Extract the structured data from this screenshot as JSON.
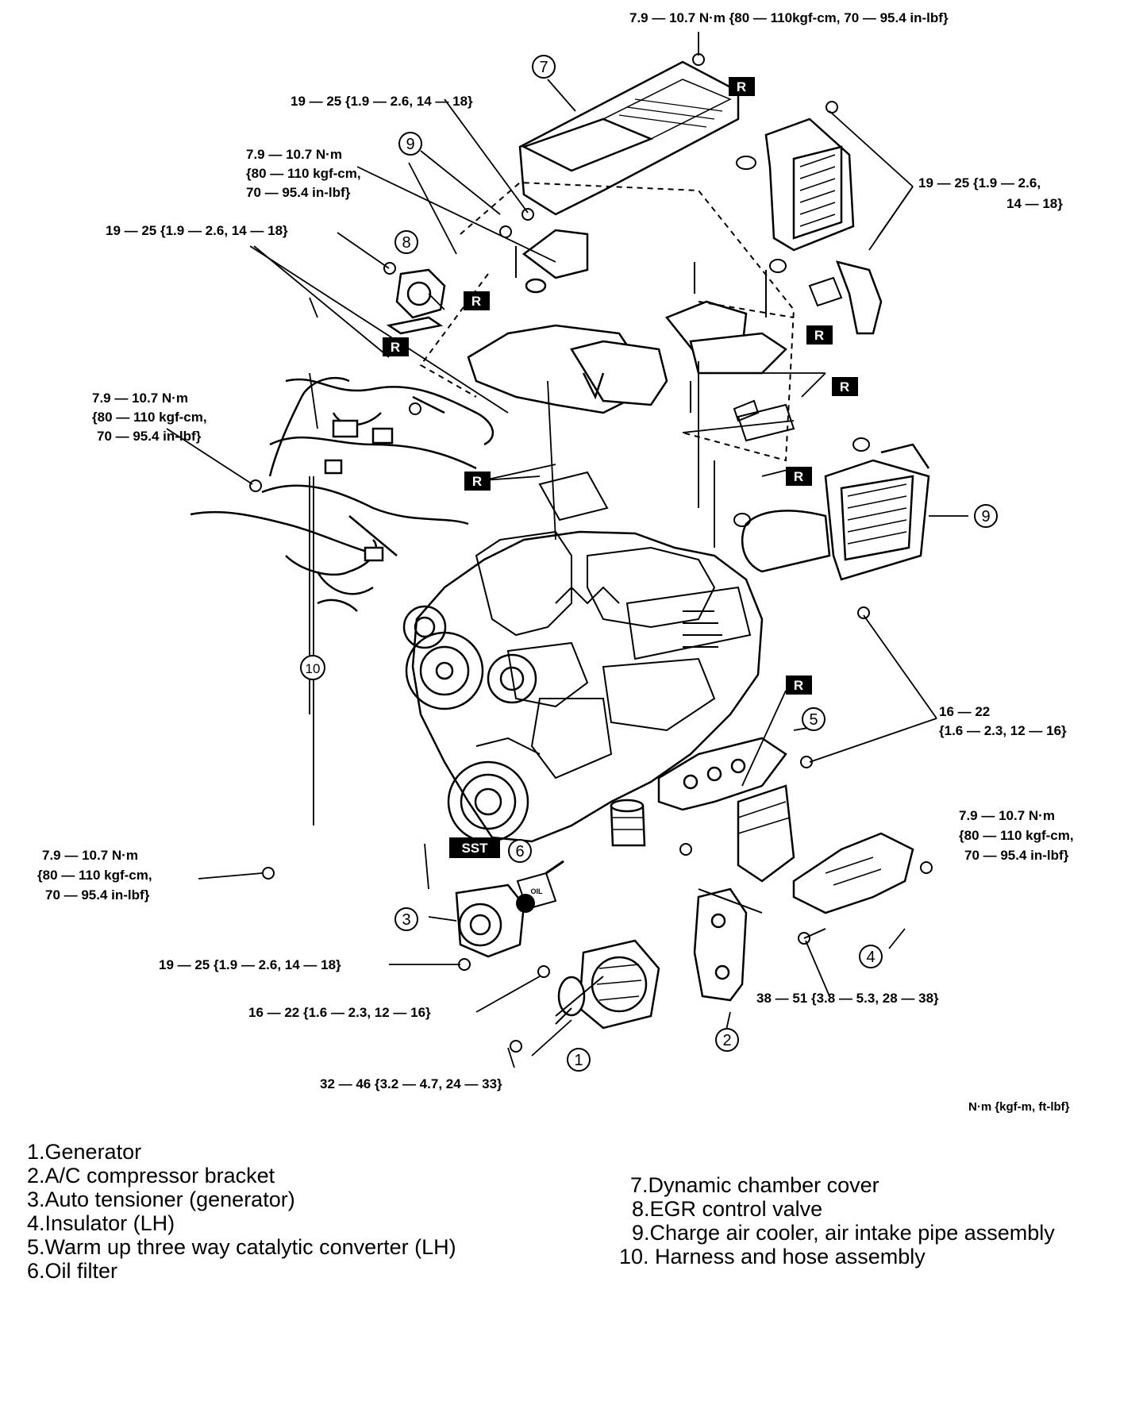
{
  "torque_specs": {
    "cover_nut": "7.9 — 10.7 N·m {80 — 110kgf-cm, 70 — 95.4 in-lbf}",
    "bolt_19_25_top": "19 — 25 {1.9 — 2.6, 14 — 18}",
    "upper_left_a": "7.9 — 10.7 N·m",
    "upper_left_b": "{80 — 110 kgf-cm,",
    "upper_left_c": "70 — 95.4 in-lbf}",
    "egr_bolt": "19 — 25 {1.9 — 2.6, 14 — 18}",
    "right_upper_a": "19 — 25 {1.9 — 2.6,",
    "right_upper_b": "14 — 18}",
    "harness_a": "7.9 — 10.7 N·m",
    "harness_b": "{80 — 110 kgf-cm,",
    "harness_c": "70 — 95.4 in-lbf}",
    "exhaust_a": "16 — 22",
    "exhaust_b": "{1.6 — 2.3, 12 — 16}",
    "insulator_a": "7.9 — 10.7 N·m",
    "insulator_b": "{80 — 110 kgf-cm,",
    "insulator_c": "70 — 95.4 in-lbf}",
    "lower_left_a": "7.9 — 10.7 N·m",
    "lower_left_b": "{80 — 110 kgf-cm,",
    "lower_left_c": "70 — 95.4 in-lbf}",
    "tensioner_bolt": "19 — 25 {1.9 — 2.6, 14 — 18}",
    "generator_upper_bolt": "16 — 22 {1.6 — 2.3, 12 — 16}",
    "bracket_bolt": "38 — 51 {3.8 — 5.3, 28 — 38}",
    "generator_lower_bolt": "32 — 46 {3.2 — 4.7, 24 — 33}"
  },
  "unit_note": "N·m {kgf-m, ft-lbf}",
  "marks": {
    "replace": "R",
    "sst": "SST",
    "oil": "OIL"
  },
  "callout_numbers": [
    "1",
    "2",
    "3",
    "4",
    "5",
    "6",
    "7",
    "8",
    "9",
    "10"
  ],
  "legend": [
    "1.Generator",
    "2.A/C compressor bracket",
    "3.Auto tensioner (generator)",
    "4.Insulator (LH)",
    "5.Warm up three way catalytic converter (LH)",
    "6.Oil filter",
    "7.Dynamic chamber cover",
    "8.EGR control valve",
    "9.Charge air cooler, air intake pipe assembly",
    "10. Harness and hose assembly"
  ]
}
